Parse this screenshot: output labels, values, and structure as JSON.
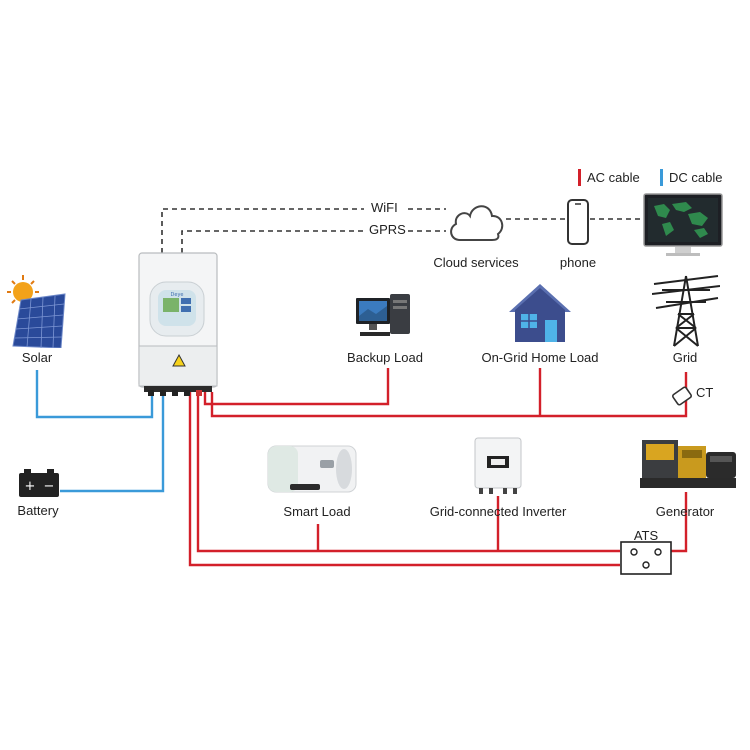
{
  "legend": {
    "ac_label": "AC cable",
    "dc_label": "DC cable",
    "ac_color": "#d3202a",
    "dc_color": "#3a9ad9"
  },
  "comms": {
    "wifi": "WiFI",
    "gprs": "GPRS"
  },
  "nodes": {
    "solar": "Solar",
    "battery": "Battery",
    "cloud": "Cloud services",
    "phone": "phone",
    "backup_load": "Backup Load",
    "home_load": "On-Grid Home Load",
    "grid": "Grid",
    "ct": "CT",
    "smart_load": "Smart Load",
    "grid_inverter": "Grid-connected Inverter",
    "generator": "Generator",
    "ats": "ATS"
  },
  "icons": {
    "inverter": "hybrid-inverter-icon",
    "solar": "solar-panel-icon",
    "battery": "battery-icon",
    "cloud": "cloud-icon",
    "phone": "smartphone-icon",
    "monitor": "monitor-icon",
    "backup": "desktop-computer-icon",
    "home": "house-icon",
    "grid": "transmission-tower-icon",
    "smart_load": "water-heater-icon",
    "grid_inverter": "string-inverter-icon",
    "generator": "generator-icon",
    "ats": "transfer-switch-icon"
  }
}
